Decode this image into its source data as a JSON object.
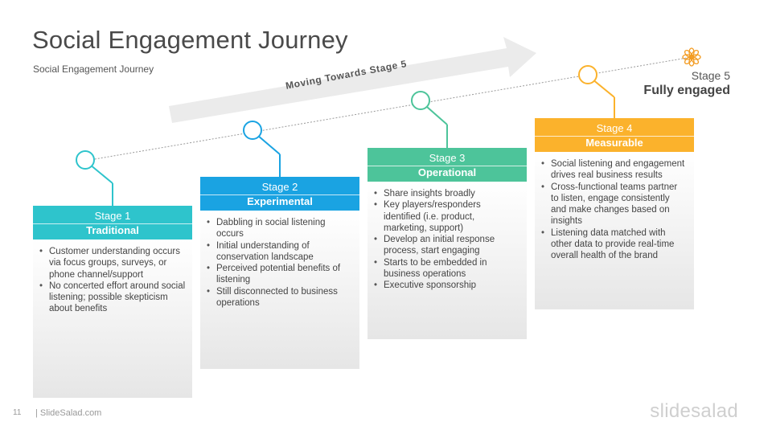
{
  "header": {
    "title": "Social Engagement Journey",
    "subtitle": "Social Engagement  Journey"
  },
  "arrow": {
    "label": "Moving  Towards Stage 5"
  },
  "stages": [
    {
      "number": "Stage 1",
      "name": "Traditional",
      "color": "#2ec4cc",
      "bullets": [
        "Customer understanding occurs via focus groups, surveys, or phone channel/support",
        "No concerted effort around social listening; possible skepticism about benefits"
      ]
    },
    {
      "number": "Stage 2",
      "name": "Experimental",
      "color": "#1aa3e2",
      "bullets": [
        "Dabbling in social listening occurs",
        "Initial understanding of conservation landscape",
        "Perceived potential benefits of listening",
        "Still disconnected to business operations"
      ]
    },
    {
      "number": "Stage 3",
      "name": "Operational",
      "color": "#4dc49a",
      "bullets": [
        "Share insights broadly",
        "Key players/responders identified (i.e. product, marketing, support)",
        "Develop an initial response process, start engaging",
        "Starts to be embedded in business operations",
        "Executive sponsorship"
      ]
    },
    {
      "number": "Stage 4",
      "name": "Measurable",
      "color": "#fbb22c",
      "bullets": [
        "Social listening and engagement drives real business results",
        "Cross-functional teams partner to listen, engage consistently and make changes based on insights",
        "Listening data matched with other data to provide real-time overall health of the brand"
      ]
    }
  ],
  "stage5": {
    "number": "Stage 5",
    "name": "Fully engaged",
    "icon": "flower-icon",
    "icon_color": "#f39a1f"
  },
  "footer": {
    "page_number": "11",
    "site": "| SlideSalad.com",
    "brand": "slidesalad"
  }
}
